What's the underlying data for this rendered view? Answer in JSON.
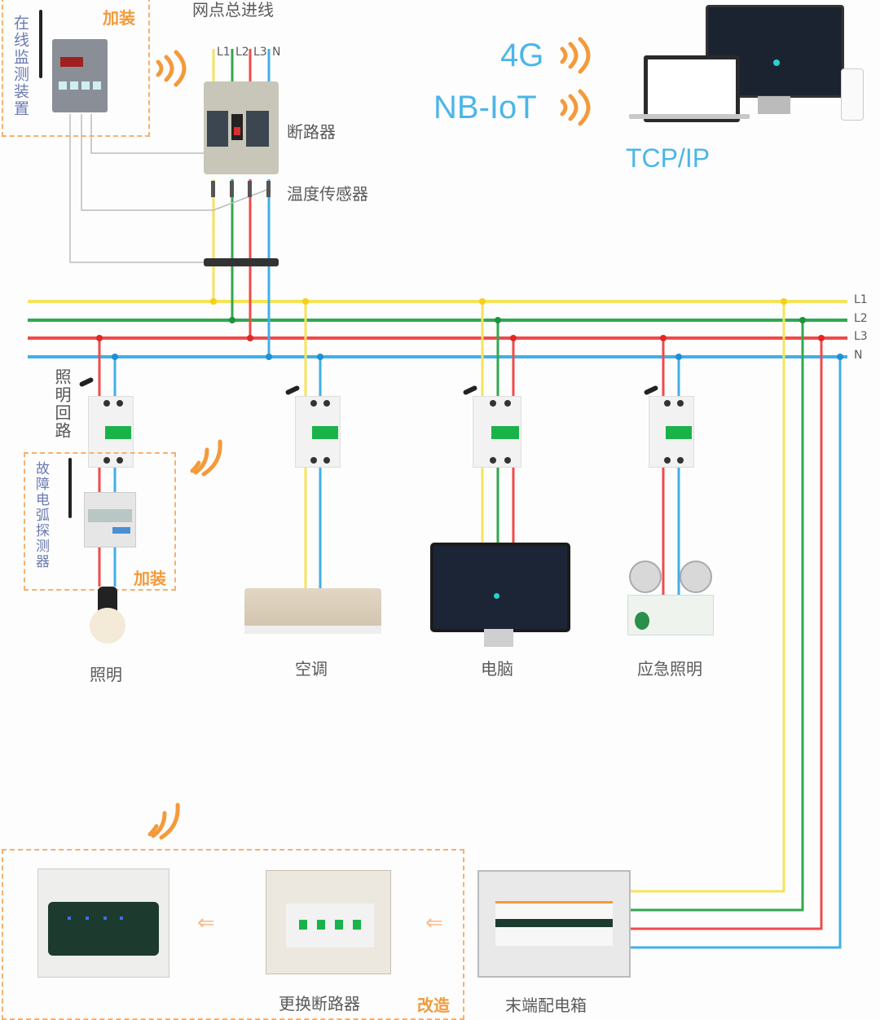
{
  "title": "网点总进线",
  "incoming": {
    "phase_labels": [
      "L1",
      "L2",
      "L3",
      "N"
    ],
    "breaker_label": "断路器",
    "sensor_label": "温度传感器"
  },
  "online_monitor": {
    "label": "在线监测装置",
    "tag": "加装"
  },
  "protocols": {
    "p1": "4G",
    "p2": "NB-IoT",
    "p3": "TCP/IP"
  },
  "bus_labels": [
    "L1",
    "L2",
    "L3",
    "N"
  ],
  "branches": {
    "lighting_circuit": "照明回路",
    "arc_detector": "故障电弧探测器",
    "arc_tag": "加装",
    "lighting": "照明",
    "aircon": "空调",
    "computer": "电脑",
    "emergency": "应急照明"
  },
  "retrofit": {
    "replace_label": "更换断路器",
    "tag": "改造",
    "arrow_left": "⇐",
    "panel_label": "末端配电箱"
  },
  "colors": {
    "L1": "#f7e25a",
    "L2": "#2fa84f",
    "L3": "#ee4b4b",
    "N": "#42aee8",
    "accent": "#f39a3b",
    "protocol": "#4bb6e8"
  }
}
